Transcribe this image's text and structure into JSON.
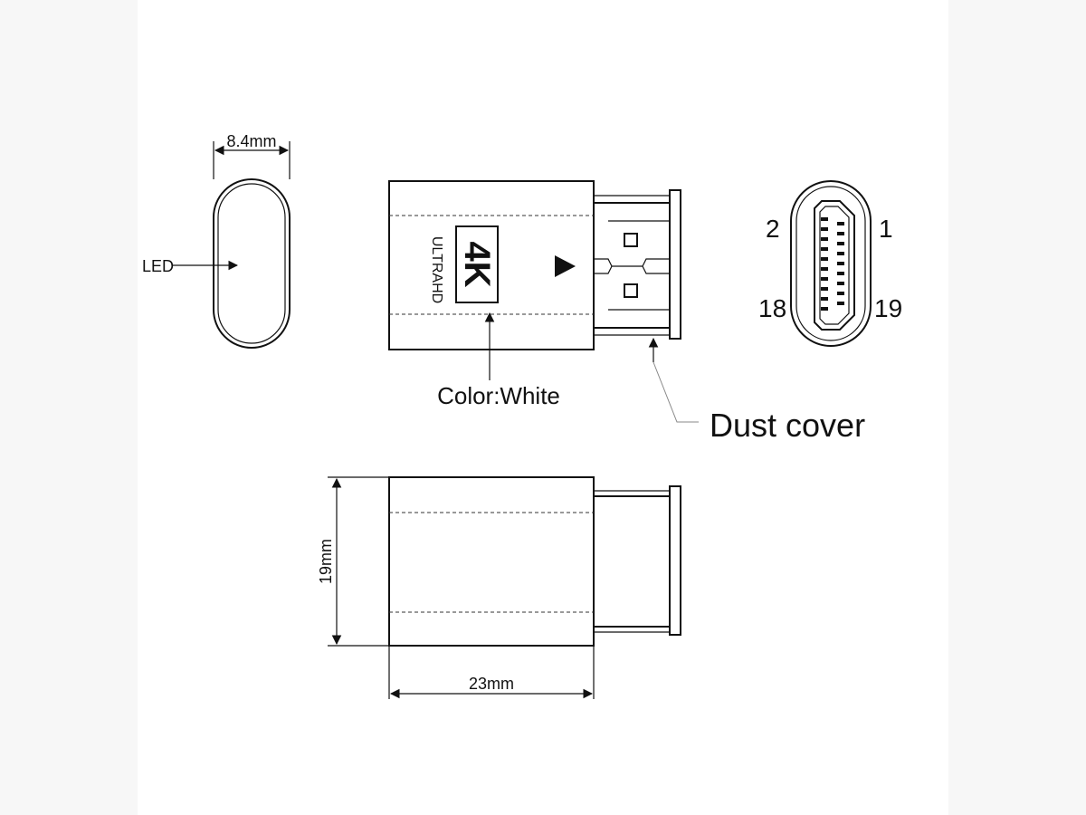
{
  "dimensions": {
    "side_width": "8.4mm",
    "height": "19mm",
    "length": "23mm"
  },
  "labels": {
    "led": "LED",
    "color": "Color:White",
    "dust_cover": "Dust cover"
  },
  "branding": {
    "resolution": "4K",
    "subtitle": "ULTRAHD"
  },
  "pins": {
    "top_left": "2",
    "top_right": "1",
    "bottom_left": "18",
    "bottom_right": "19"
  }
}
